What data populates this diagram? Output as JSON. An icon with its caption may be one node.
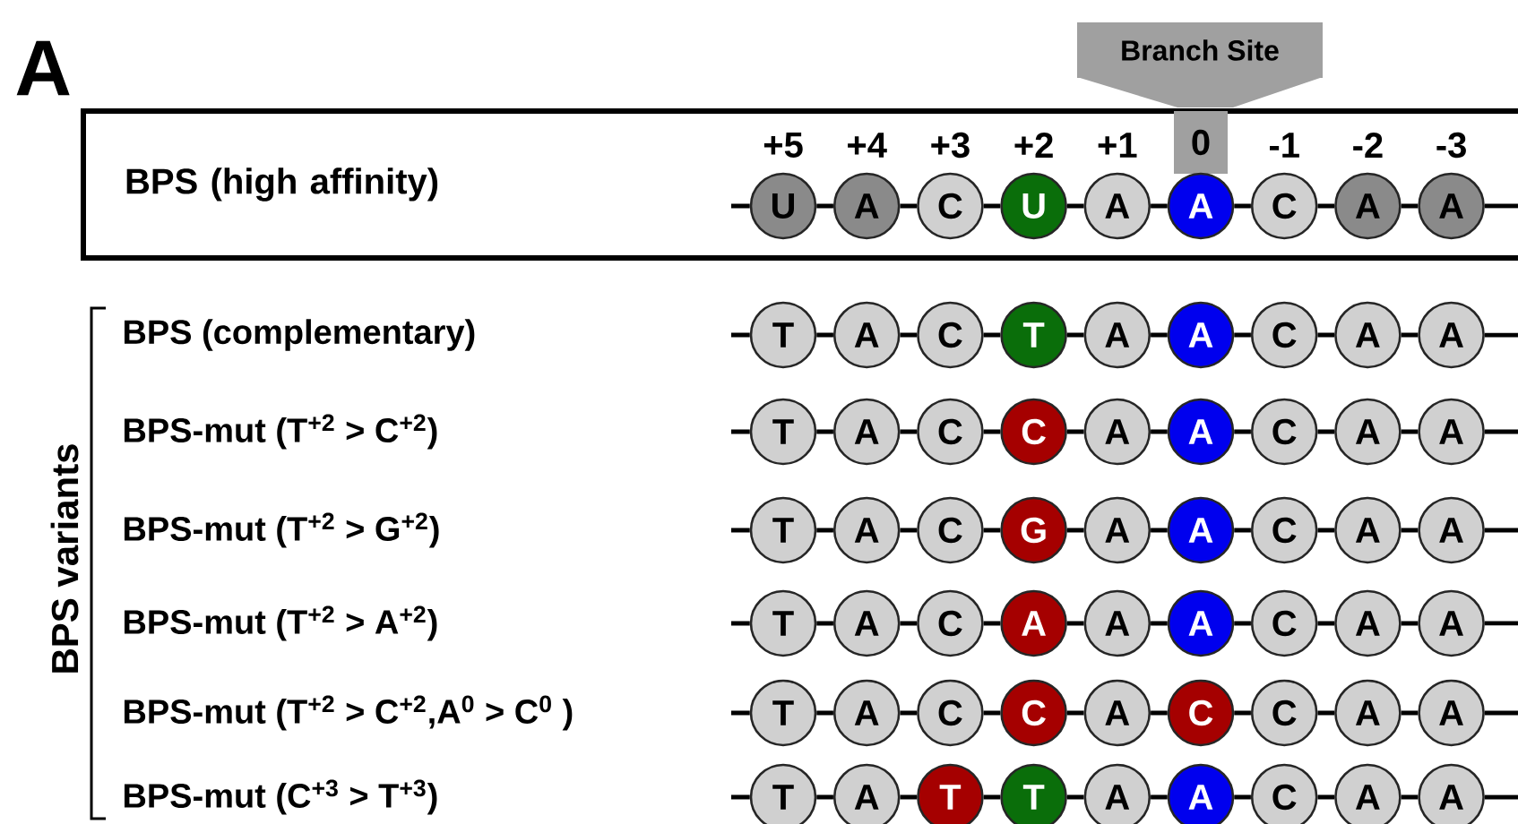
{
  "diagram": {
    "nodes": [
      {
        "text": [
          "Branch Site"
        ]
      },
      {
        "text": [
          "BPS (high affinity)"
        ]
      },
      {
        "text": [
          "0"
        ],
        "in": 1
      },
      {
        "text": [
          "U"
        ],
        "in": 1
      },
      {
        "text": [
          "A"
        ],
        "in": 1
      },
      {
        "text": [
          "C"
        ],
        "in": 1
      },
      {
        "text": [
          "U"
        ],
        "in": 1
      },
      {
        "text": [
          "A"
        ],
        "in": 1
      },
      {
        "text": [
          "A"
        ],
        "in": 1
      },
      {
        "text": [
          "C"
        ],
        "in": 1
      },
      {
        "text": [
          "A"
        ],
        "in": 1
      },
      {
        "text": [
          "A"
        ],
        "in": 1
      },
      {
        "text": [
          "T"
        ]
      },
      {
        "text": [
          "A"
        ]
      },
      {
        "text": [
          "C"
        ]
      },
      {
        "text": [
          "T"
        ]
      },
      {
        "text": [
          "A"
        ]
      },
      {
        "text": [
          "A"
        ]
      },
      {
        "text": [
          "C"
        ]
      },
      {
        "text": [
          "A"
        ]
      },
      {
        "text": [
          "A"
        ]
      },
      {
        "text": [
          "T"
        ]
      },
      {
        "text": [
          "A"
        ]
      },
      {
        "text": [
          "C"
        ]
      },
      {
        "text": [
          "C"
        ]
      },
      {
        "text": [
          "A"
        ]
      },
      {
        "text": [
          "A"
        ]
      },
      {
        "text": [
          "C"
        ]
      },
      {
        "text": [
          "A"
        ]
      },
      {
        "text": [
          "A"
        ]
      },
      {
        "text": [
          "T"
        ]
      },
      {
        "text": [
          "A"
        ]
      },
      {
        "text": [
          "C"
        ]
      },
      {
        "text": [
          "G"
        ]
      },
      {
        "text": [
          "A"
        ]
      },
      {
        "text": [
          "A"
        ]
      },
      {
        "text": [
          "C"
        ]
      },
      {
        "text": [
          "A"
        ]
      },
      {
        "text": [
          "A"
        ]
      },
      {
        "text": [
          "T"
        ]
      },
      {
        "text": [
          "A"
        ]
      },
      {
        "text": [
          "C"
        ]
      },
      {
        "text": [
          "A"
        ]
      },
      {
        "text": [
          "A"
        ]
      },
      {
        "text": [
          "A"
        ]
      },
      {
        "text": [
          "C"
        ]
      },
      {
        "text": [
          "A"
        ]
      },
      {
        "text": [
          "A"
        ]
      },
      {
        "text": [
          "T"
        ]
      },
      {
        "text": [
          "A"
        ]
      },
      {
        "text": [
          "C"
        ]
      },
      {
        "text": [
          "C"
        ]
      },
      {
        "text": [
          "A"
        ]
      },
      {
        "text": [
          "C"
        ]
      },
      {
        "text": [
          "C"
        ]
      },
      {
        "text": [
          "A"
        ]
      },
      {
        "text": [
          "A"
        ]
      },
      {
        "text": [
          "T"
        ]
      },
      {
        "text": [
          "A"
        ]
      },
      {
        "text": [
          "T"
        ]
      },
      {
        "text": [
          "T"
        ]
      },
      {
        "text": [
          "A"
        ]
      },
      {
        "text": [
          "A"
        ]
      },
      {
        "text": [
          "C"
        ]
      },
      {
        "text": [
          "A"
        ]
      },
      {
        "text": [
          "A"
        ]
      }
    ],
    "edges": [
      {
        "from": null,
        "to": 3,
        "arrow": "none"
      },
      {
        "from": 3,
        "to": 4,
        "arrow": "none"
      },
      {
        "from": 4,
        "to": 5,
        "arrow": "none"
      },
      {
        "from": 5,
        "to": 6,
        "arrow": "none"
      },
      {
        "from": 6,
        "to": 7,
        "arrow": "none"
      },
      {
        "from": 7,
        "to": 8,
        "arrow": "none"
      },
      {
        "from": 8,
        "to": 9,
        "arrow": "none"
      },
      {
        "from": 9,
        "to": 10,
        "arrow": "none"
      },
      {
        "from": 10,
        "to": 11,
        "arrow": "none"
      },
      {
        "from": 11,
        "to": null,
        "arrow": "none"
      },
      {
        "from": null,
        "to": 12,
        "arrow": "none"
      },
      {
        "from": 12,
        "to": 13,
        "arrow": "none"
      },
      {
        "from": 13,
        "to": 14,
        "arrow": "none"
      },
      {
        "from": 14,
        "to": 15,
        "arrow": "none"
      },
      {
        "from": 15,
        "to": 16,
        "arrow": "none"
      },
      {
        "from": 16,
        "to": 17,
        "arrow": "none"
      },
      {
        "from": 17,
        "to": 18,
        "arrow": "none"
      },
      {
        "from": 18,
        "to": 19,
        "arrow": "none"
      },
      {
        "from": 19,
        "to": 20,
        "arrow": "none"
      },
      {
        "from": 20,
        "to": null,
        "arrow": "none"
      },
      {
        "from": null,
        "to": 21,
        "arrow": "none"
      },
      {
        "from": 21,
        "to": 22,
        "arrow": "none"
      },
      {
        "from": 22,
        "to": 23,
        "arrow": "none"
      },
      {
        "from": 23,
        "to": 24,
        "arrow": "none"
      },
      {
        "from": 24,
        "to": 25,
        "arrow": "none"
      },
      {
        "from": 25,
        "to": 26,
        "arrow": "none"
      },
      {
        "from": 26,
        "to": 27,
        "arrow": "none"
      },
      {
        "from": 27,
        "to": 28,
        "arrow": "none"
      },
      {
        "from": 28,
        "to": 29,
        "arrow": "none"
      },
      {
        "from": 29,
        "to": null,
        "arrow": "none"
      },
      {
        "from": null,
        "to": 30,
        "arrow": "none"
      },
      {
        "from": 30,
        "to": 31,
        "arrow": "none"
      },
      {
        "from": 31,
        "to": 32,
        "arrow": "none"
      },
      {
        "from": 32,
        "to": 33,
        "arrow": "none"
      },
      {
        "from": 33,
        "to": 34,
        "arrow": "none"
      },
      {
        "from": 34,
        "to": 35,
        "arrow": "none"
      },
      {
        "from": 35,
        "to": 36,
        "arrow": "none"
      },
      {
        "from": 36,
        "to": 37,
        "arrow": "none"
      },
      {
        "from": 37,
        "to": 38,
        "arrow": "none"
      },
      {
        "from": 38,
        "to": null,
        "arrow": "none"
      },
      {
        "from": null,
        "to": 39,
        "arrow": "none"
      },
      {
        "from": 39,
        "to": 40,
        "arrow": "none"
      },
      {
        "from": 40,
        "to": 41,
        "arrow": "none"
      },
      {
        "from": 41,
        "to": 42,
        "arrow": "none"
      },
      {
        "from": 42,
        "to": 43,
        "arrow": "none"
      },
      {
        "from": 43,
        "to": 44,
        "arrow": "none"
      },
      {
        "from": 44,
        "to": 45,
        "arrow": "none"
      },
      {
        "from": 45,
        "to": 46,
        "arrow": "none"
      },
      {
        "from": 46,
        "to": 47,
        "arrow": "none"
      },
      {
        "from": 47,
        "to": null,
        "arrow": "none"
      },
      {
        "from": null,
        "to": 48,
        "arrow": "none"
      },
      {
        "from": 48,
        "to": 49,
        "arrow": "none"
      },
      {
        "from": 49,
        "to": 50,
        "arrow": "none"
      },
      {
        "from": 50,
        "to": 51,
        "arrow": "none"
      },
      {
        "from": 51,
        "to": 52,
        "arrow": "none"
      },
      {
        "from": 52,
        "to": 53,
        "arrow": "none"
      },
      {
        "from": 53,
        "to": 54,
        "arrow": "none"
      },
      {
        "from": 54,
        "to": 55,
        "arrow": "none"
      },
      {
        "from": 55,
        "to": 56,
        "arrow": "none"
      },
      {
        "from": 56,
        "to": null,
        "arrow": "none"
      },
      {
        "from": null,
        "to": 57,
        "arrow": "none"
      },
      {
        "from": 57,
        "to": 58,
        "arrow": "none"
      },
      {
        "from": 58,
        "to": 59,
        "arrow": "none"
      },
      {
        "from": 59,
        "to": 60,
        "arrow": "none"
      },
      {
        "from": 60,
        "to": 61,
        "arrow": "none"
      },
      {
        "from": 61,
        "to": 62,
        "arrow": "none"
      },
      {
        "from": 62,
        "to": 63,
        "arrow": "none"
      },
      {
        "from": 63,
        "to": 64,
        "arrow": "none"
      },
      {
        "from": 64,
        "to": 65,
        "arrow": "none"
      },
      {
        "from": 65,
        "to": null,
        "arrow": "none"
      }
    ],
    "labels": [
      "A",
      "+5",
      "+4",
      "+3",
      "+2",
      "+1",
      "-1",
      "-2",
      "-3",
      "BPS (complementary)",
      "BPS-mut (T$^{+2}$ > C$^{+2}$)",
      "BPS-mut (T$^{+2}$ > G$^{+2}$)",
      "BPS-mut (T$^{+2}$ > A$^{+2}$)",
      "BPS-mut (T$^{+2}$ > C$^{+2}$,A$^{0}$ > C$^{0}$ )",
      "BPS-mut (C$^{+3}$ > T$^{+3}$)",
      "BPS variants"
    ]
  }
}
